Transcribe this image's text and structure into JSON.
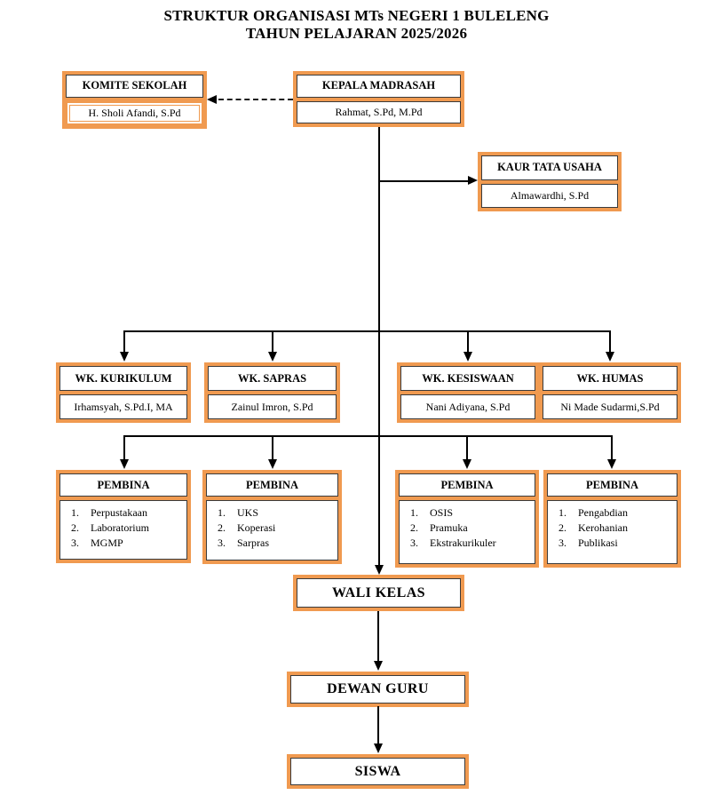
{
  "title": {
    "line1": "STRUKTUR ORGANISASI MTs NEGERI 1 BULELENG",
    "line2": "TAHUN PELAJARAN 2025/2026"
  },
  "colors": {
    "accent_orange": "#F09A50",
    "line_black": "#000000"
  },
  "nodes": {
    "komite": {
      "title": "KOMITE SEKOLAH",
      "name": "H. Sholi Afandi, S.Pd"
    },
    "kepala": {
      "title": "KEPALA MADRASAH",
      "name": "Rahmat, S.Pd, M.Pd"
    },
    "kaur": {
      "title": "KAUR TATA USAHA",
      "name": "Almawardhi, S.Pd"
    },
    "wk": [
      {
        "title": "WK. KURIKULUM",
        "name": "Irhamsyah, S.Pd.I, MA"
      },
      {
        "title": "WK. SAPRAS",
        "name": "Zainul Imron, S.Pd"
      },
      {
        "title": "WK. KESISWAAN",
        "name": "Nani Adiyana, S.Pd"
      },
      {
        "title": "WK. HUMAS",
        "name": "Ni Made Sudarmi,S.Pd"
      }
    ],
    "pembina": [
      {
        "title": "PEMBINA",
        "items": [
          "Perpustakaan",
          "Laboratorium",
          "MGMP"
        ]
      },
      {
        "title": "PEMBINA",
        "items": [
          "UKS",
          "Koperasi",
          "Sarpras"
        ]
      },
      {
        "title": "PEMBINA",
        "items": [
          "OSIS",
          "Pramuka",
          "Ekstrakurikuler"
        ]
      },
      {
        "title": "PEMBINA",
        "items": [
          "Pengabdian",
          "Kerohanian",
          "Publikasi"
        ]
      }
    ],
    "wali": {
      "title": "WALI KELAS"
    },
    "dewan": {
      "title": "DEWAN GURU"
    },
    "siswa": {
      "title": "SISWA"
    }
  }
}
